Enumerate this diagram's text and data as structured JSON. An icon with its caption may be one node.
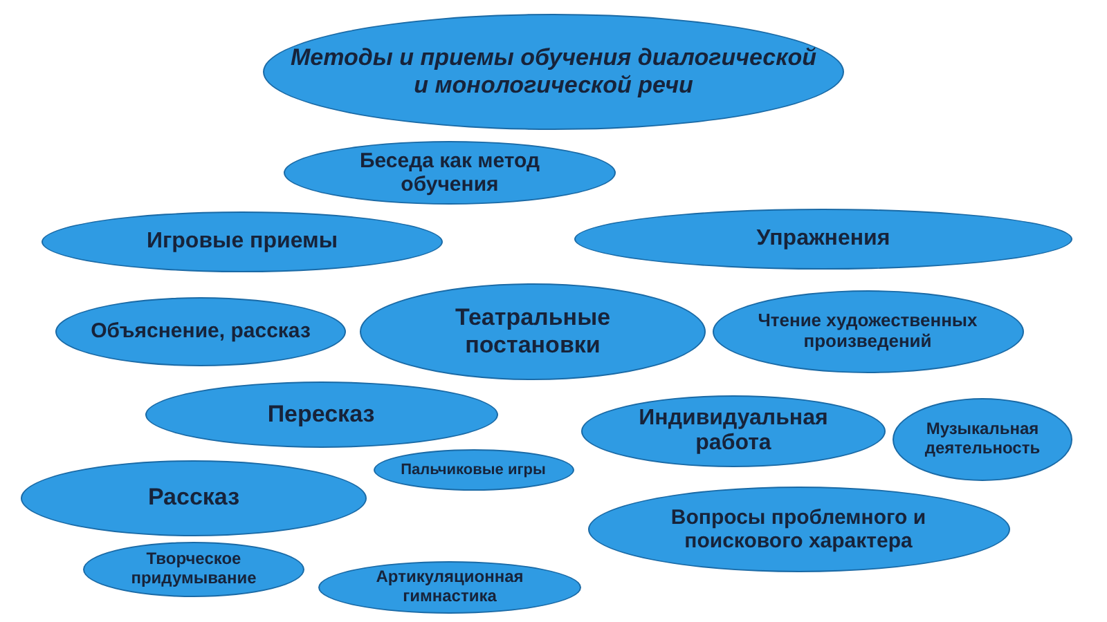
{
  "diagram": {
    "nodes": [
      {
        "text": [
          "Методы и приемы обучения диалогической и монологической речи"
        ]
      },
      {
        "text": [
          "Беседа как метод обучения"
        ]
      },
      {
        "text": [
          "Игровые приемы"
        ]
      },
      {
        "text": [
          "Упражнения"
        ]
      },
      {
        "text": [
          "Объяснение, рассказ"
        ]
      },
      {
        "text": [
          "Театральные постановки"
        ]
      },
      {
        "text": [
          "Чтение художественных произведений"
        ]
      },
      {
        "text": [
          "Пересказ"
        ]
      },
      {
        "text": [
          "Индивидуальная работа"
        ]
      },
      {
        "text": [
          "Музыкальная деятельность"
        ]
      },
      {
        "text": [
          "Рассказ"
        ]
      },
      {
        "text": [
          "Пальчиковые игры"
        ]
      },
      {
        "text": [
          "Вопросы проблемного и поискового характера"
        ]
      },
      {
        "text": [
          "Творческое придумывание"
        ]
      },
      {
        "text": [
          "Артикуляционная гимнастика"
        ]
      }
    ],
    "edges": []
  }
}
